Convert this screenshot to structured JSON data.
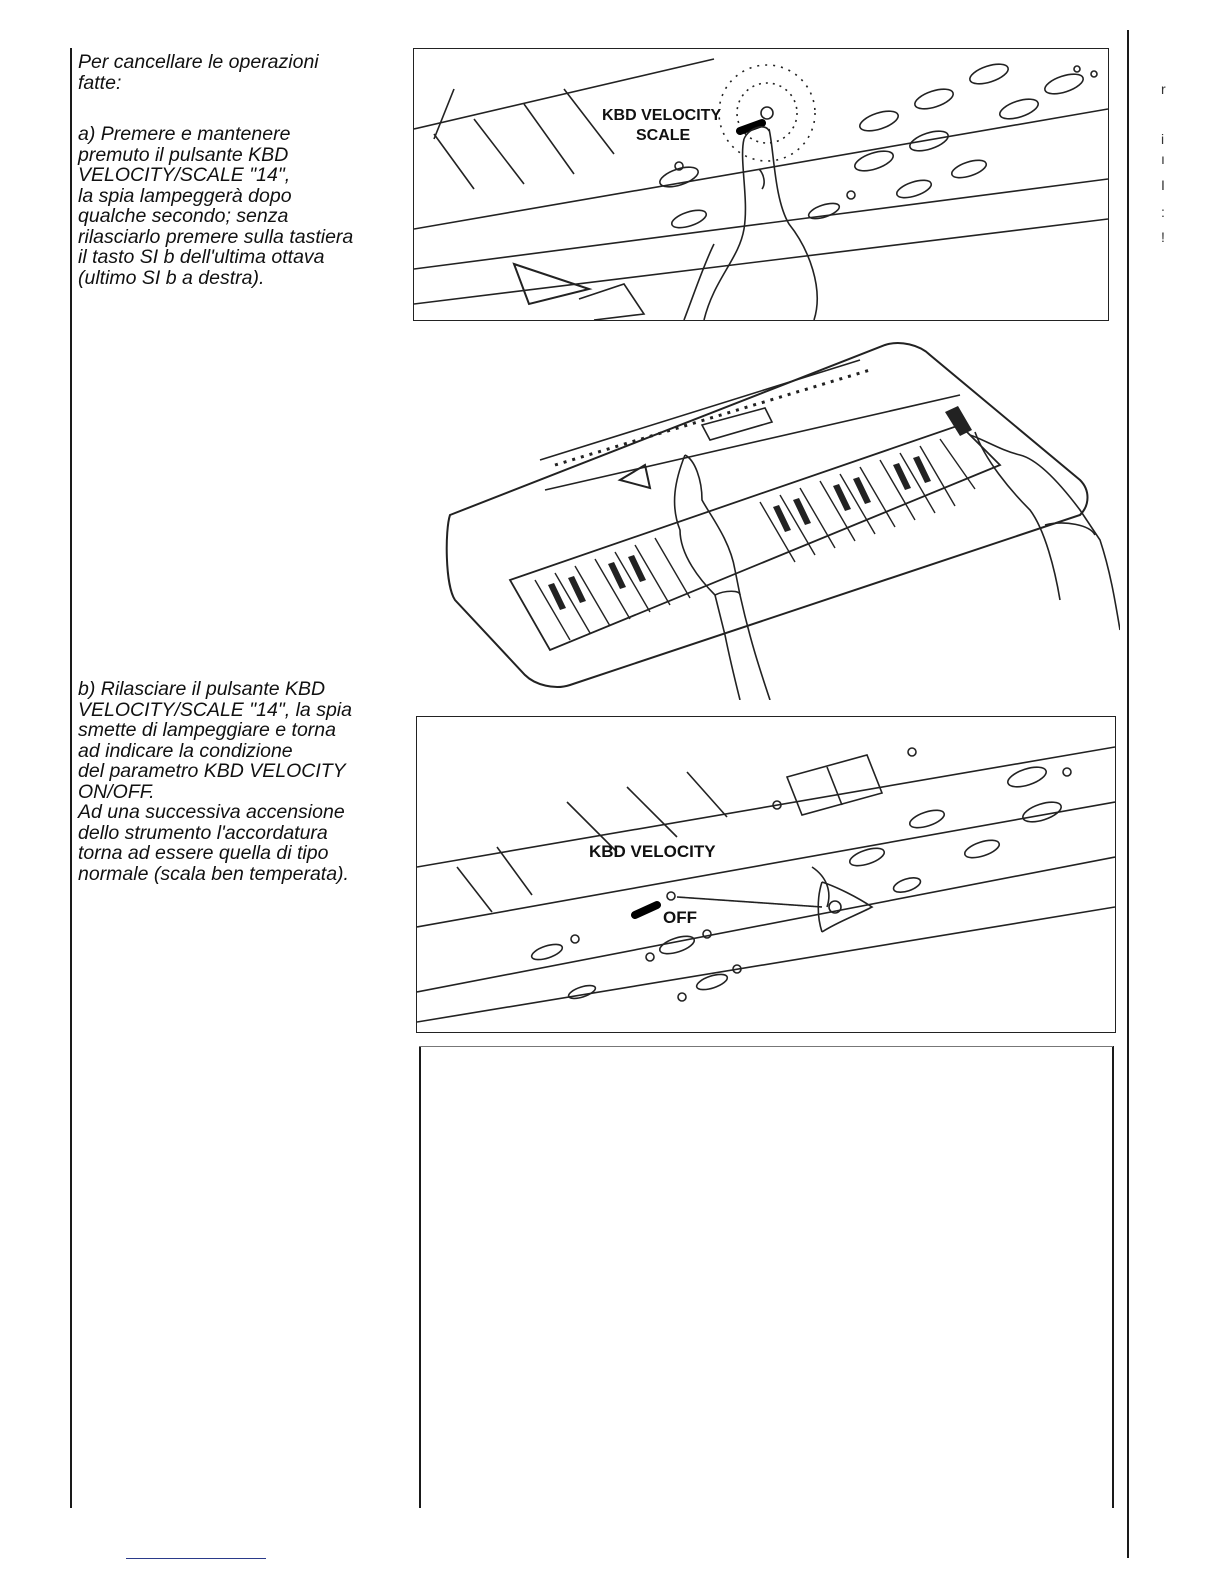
{
  "intro": "Per cancellare le operazioni\nfatte:",
  "step_a": "a) Premere e mantenere\npremuto il pulsante KBD\nVELOCITY/SCALE \"14\",\nla spia lampeggerà dopo\nqualche secondo; senza\nrilasciarlo premere sulla tastiera\nil tasto SI b dell'ultima ottava\n(ultimo SI b a destra).",
  "step_b": "b) Rilasciare il pulsante KBD\nVELOCITY/SCALE \"14\", la spia\nsmette di lampeggiare e torna\nad indicare la condizione\ndel parametro KBD VELOCITY\nON/OFF.\nAd una successiva accensione\ndello strumento l'accordatura\ntorna ad essere quella di tipo\nnormale (scala ben temperata).",
  "figures": {
    "fig1_label_line1": "KBD VELOCITY",
    "fig1_label_line2": "SCALE",
    "fig3_label": "KBD VELOCITY",
    "fig3_state": "OFF"
  },
  "edge_glyphs": [
    "r",
    "i",
    "ı",
    "I",
    ":",
    "!"
  ]
}
